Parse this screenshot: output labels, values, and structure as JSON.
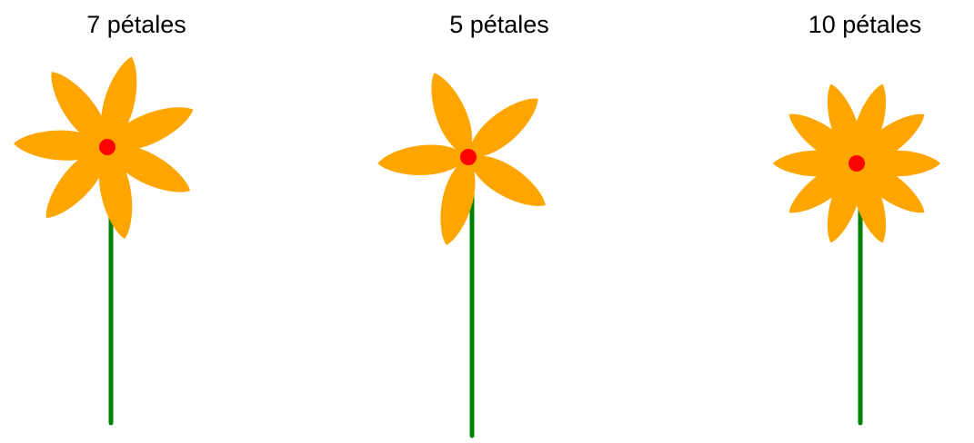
{
  "colors": {
    "petal": "#FFA500",
    "center": "#FF0000",
    "stem": "#008000",
    "background": "#FFFFFF"
  },
  "flowers": [
    {
      "label": "7 pétales",
      "petals": 7,
      "rotation_deg": 15
    },
    {
      "label": "5 pétales",
      "petals": 5,
      "rotation_deg": -22
    },
    {
      "label": "10 pétales",
      "petals": 10,
      "rotation_deg": 18
    }
  ]
}
